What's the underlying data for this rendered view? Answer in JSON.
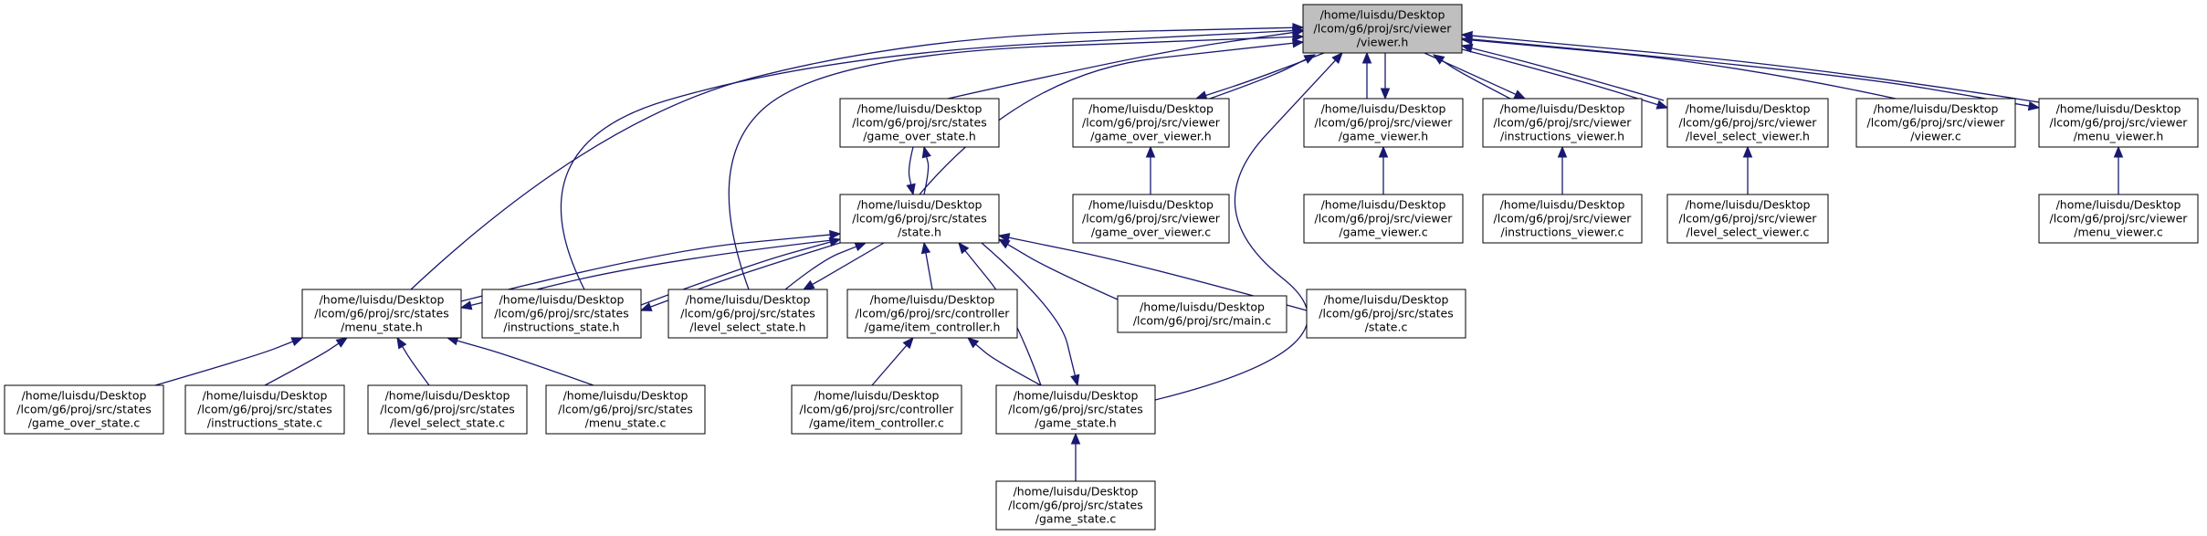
{
  "diagram": {
    "nodes": [
      {
        "id": "viewer_h",
        "lines": [
          "/home/luisdu/Desktop",
          "/lcom/g6/proj/src/viewer",
          "/viewer.h"
        ],
        "highlight": true
      },
      {
        "id": "game_over_state_h",
        "lines": [
          "/home/luisdu/Desktop",
          "/lcom/g6/proj/src/states",
          "/game_over_state.h"
        ]
      },
      {
        "id": "game_over_viewer_h",
        "lines": [
          "/home/luisdu/Desktop",
          "/lcom/g6/proj/src/viewer",
          "/game_over_viewer.h"
        ]
      },
      {
        "id": "game_viewer_h",
        "lines": [
          "/home/luisdu/Desktop",
          "/lcom/g6/proj/src/viewer",
          "/game_viewer.h"
        ]
      },
      {
        "id": "instructions_viewer_h",
        "lines": [
          "/home/luisdu/Desktop",
          "/lcom/g6/proj/src/viewer",
          "/instructions_viewer.h"
        ]
      },
      {
        "id": "level_select_viewer_h",
        "lines": [
          "/home/luisdu/Desktop",
          "/lcom/g6/proj/src/viewer",
          "/level_select_viewer.h"
        ]
      },
      {
        "id": "viewer_c",
        "lines": [
          "/home/luisdu/Desktop",
          "/lcom/g6/proj/src/viewer",
          "/viewer.c"
        ]
      },
      {
        "id": "menu_viewer_h",
        "lines": [
          "/home/luisdu/Desktop",
          "/lcom/g6/proj/src/viewer",
          "/menu_viewer.h"
        ]
      },
      {
        "id": "state_h",
        "lines": [
          "/home/luisdu/Desktop",
          "/lcom/g6/proj/src/states",
          "/state.h"
        ]
      },
      {
        "id": "game_over_viewer_c",
        "lines": [
          "/home/luisdu/Desktop",
          "/lcom/g6/proj/src/viewer",
          "/game_over_viewer.c"
        ]
      },
      {
        "id": "game_viewer_c",
        "lines": [
          "/home/luisdu/Desktop",
          "/lcom/g6/proj/src/viewer",
          "/game_viewer.c"
        ]
      },
      {
        "id": "instructions_viewer_c",
        "lines": [
          "/home/luisdu/Desktop",
          "/lcom/g6/proj/src/viewer",
          "/instructions_viewer.c"
        ]
      },
      {
        "id": "level_select_viewer_c",
        "lines": [
          "/home/luisdu/Desktop",
          "/lcom/g6/proj/src/viewer",
          "/level_select_viewer.c"
        ]
      },
      {
        "id": "menu_viewer_c",
        "lines": [
          "/home/luisdu/Desktop",
          "/lcom/g6/proj/src/viewer",
          "/menu_viewer.c"
        ]
      },
      {
        "id": "menu_state_h",
        "lines": [
          "/home/luisdu/Desktop",
          "/lcom/g6/proj/src/states",
          "/menu_state.h"
        ]
      },
      {
        "id": "instructions_state_h",
        "lines": [
          "/home/luisdu/Desktop",
          "/lcom/g6/proj/src/states",
          "/instructions_state.h"
        ]
      },
      {
        "id": "level_select_state_h",
        "lines": [
          "/home/luisdu/Desktop",
          "/lcom/g6/proj/src/states",
          "/level_select_state.h"
        ]
      },
      {
        "id": "item_controller_h",
        "lines": [
          "/home/luisdu/Desktop",
          "/lcom/g6/proj/src/controller",
          "/game/item_controller.h"
        ]
      },
      {
        "id": "main_c",
        "lines": [
          "/home/luisdu/Desktop",
          "/lcom/g6/proj/src/main.c"
        ]
      },
      {
        "id": "state_c",
        "lines": [
          "/home/luisdu/Desktop",
          "/lcom/g6/proj/src/states",
          "/state.c"
        ]
      },
      {
        "id": "game_over_state_c",
        "lines": [
          "/home/luisdu/Desktop",
          "/lcom/g6/proj/src/states",
          "/game_over_state.c"
        ]
      },
      {
        "id": "instructions_state_c",
        "lines": [
          "/home/luisdu/Desktop",
          "/lcom/g6/proj/src/states",
          "/instructions_state.c"
        ]
      },
      {
        "id": "level_select_state_c",
        "lines": [
          "/home/luisdu/Desktop",
          "/lcom/g6/proj/src/states",
          "/level_select_state.c"
        ]
      },
      {
        "id": "menu_state_c",
        "lines": [
          "/home/luisdu/Desktop",
          "/lcom/g6/proj/src/states",
          "/menu_state.c"
        ]
      },
      {
        "id": "item_controller_c",
        "lines": [
          "/home/luisdu/Desktop",
          "/lcom/g6/proj/src/controller",
          "/game/item_controller.c"
        ]
      },
      {
        "id": "game_state_h",
        "lines": [
          "/home/luisdu/Desktop",
          "/lcom/g6/proj/src/states",
          "/game_state.h"
        ]
      },
      {
        "id": "game_state_c",
        "lines": [
          "/home/luisdu/Desktop",
          "/lcom/g6/proj/src/states",
          "/game_state.c"
        ]
      }
    ],
    "edges": [
      {
        "from": "game_over_state_h",
        "to": "viewer_h"
      },
      {
        "from": "game_over_viewer_h",
        "to": "viewer_h"
      },
      {
        "from": "game_viewer_h",
        "to": "viewer_h"
      },
      {
        "from": "instructions_viewer_h",
        "to": "viewer_h"
      },
      {
        "from": "level_select_viewer_h",
        "to": "viewer_h"
      },
      {
        "from": "viewer_c",
        "to": "viewer_h"
      },
      {
        "from": "menu_viewer_h",
        "to": "viewer_h"
      },
      {
        "from": "state_h",
        "to": "viewer_h"
      },
      {
        "from": "menu_state_h",
        "to": "viewer_h"
      },
      {
        "from": "instructions_state_h",
        "to": "viewer_h"
      },
      {
        "from": "level_select_state_h",
        "to": "viewer_h"
      },
      {
        "from": "game_state_h",
        "to": "viewer_h"
      },
      {
        "from": "viewer_h",
        "to": "game_over_viewer_h"
      },
      {
        "from": "viewer_h",
        "to": "game_viewer_h"
      },
      {
        "from": "viewer_h",
        "to": "instructions_viewer_h"
      },
      {
        "from": "viewer_h",
        "to": "level_select_viewer_h"
      },
      {
        "from": "viewer_h",
        "to": "menu_viewer_h"
      },
      {
        "from": "game_over_viewer_c",
        "to": "game_over_viewer_h"
      },
      {
        "from": "game_viewer_c",
        "to": "game_viewer_h"
      },
      {
        "from": "instructions_viewer_c",
        "to": "instructions_viewer_h"
      },
      {
        "from": "level_select_viewer_c",
        "to": "level_select_viewer_h"
      },
      {
        "from": "menu_viewer_c",
        "to": "menu_viewer_h"
      },
      {
        "from": "state_h",
        "to": "game_over_state_h"
      },
      {
        "from": "game_over_state_h",
        "to": "state_h"
      },
      {
        "from": "menu_state_h",
        "to": "state_h"
      },
      {
        "from": "state_h",
        "to": "menu_state_h"
      },
      {
        "from": "instructions_state_h",
        "to": "state_h"
      },
      {
        "from": "state_h",
        "to": "instructions_state_h"
      },
      {
        "from": "level_select_state_h",
        "to": "state_h"
      },
      {
        "from": "state_h",
        "to": "level_select_state_h"
      },
      {
        "from": "item_controller_h",
        "to": "state_h"
      },
      {
        "from": "main_c",
        "to": "state_h"
      },
      {
        "from": "state_c",
        "to": "state_h"
      },
      {
        "from": "game_state_h",
        "to": "state_h"
      },
      {
        "from": "state_h",
        "to": "game_state_h"
      },
      {
        "from": "game_over_state_c",
        "to": "menu_state_h"
      },
      {
        "from": "instructions_state_c",
        "to": "menu_state_h"
      },
      {
        "from": "level_select_state_c",
        "to": "menu_state_h"
      },
      {
        "from": "menu_state_c",
        "to": "menu_state_h"
      },
      {
        "from": "item_controller_c",
        "to": "item_controller_h"
      },
      {
        "from": "game_state_h",
        "to": "item_controller_h"
      },
      {
        "from": "game_state_c",
        "to": "game_state_h"
      }
    ]
  }
}
